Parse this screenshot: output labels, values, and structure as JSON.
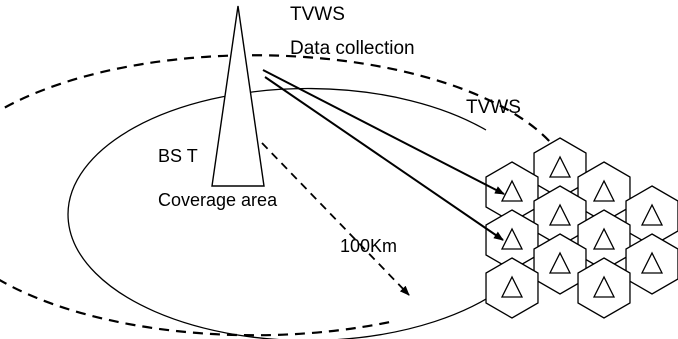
{
  "labels": {
    "tvws_top": "TVWS",
    "data_collection": "Data collection",
    "tvws_right": "TVWS",
    "bs_t": "BS T",
    "coverage_area": "Coverage area",
    "radius": "100Km"
  },
  "colors": {
    "stroke": "#000000",
    "background": "#ffffff"
  },
  "cells": [
    {
      "id": "c1",
      "has_device": true
    },
    {
      "id": "c2",
      "has_device": true
    },
    {
      "id": "c3",
      "has_device": true
    },
    {
      "id": "c4",
      "has_device": true
    },
    {
      "id": "c5",
      "has_device": true
    },
    {
      "id": "c6",
      "has_device": true
    },
    {
      "id": "c7",
      "has_device": true
    },
    {
      "id": "c8",
      "has_device": true
    },
    {
      "id": "c9",
      "has_device": true
    },
    {
      "id": "c10",
      "has_device": true
    },
    {
      "id": "c11",
      "has_device": true
    }
  ]
}
